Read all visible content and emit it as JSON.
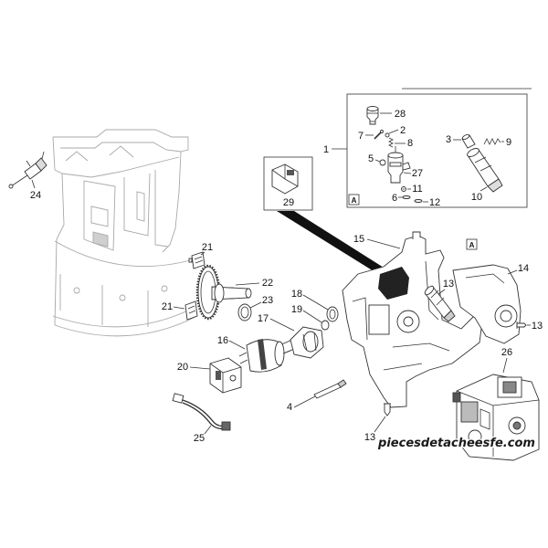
{
  "diagram": {
    "inset_marker": "A",
    "frame_marker": "A",
    "watermark": "piecesdetacheesfe.com"
  },
  "callouts": [
    "1",
    "2",
    "3",
    "5",
    "6",
    "7",
    "8",
    "9",
    "10",
    "11",
    "12",
    "27",
    "28",
    "29",
    "24",
    "15",
    "14",
    "13",
    "13",
    "13",
    "26",
    "21",
    "21",
    "22",
    "23",
    "18",
    "19",
    "17",
    "16",
    "20",
    "4",
    "25"
  ]
}
